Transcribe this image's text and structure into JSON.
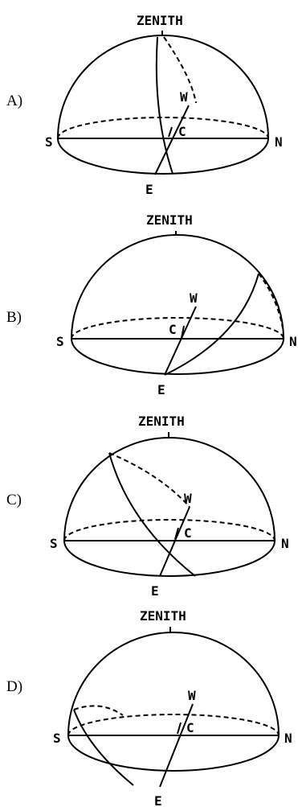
{
  "labels": {
    "zenith": "ZENITH",
    "south": "S",
    "north": "N",
    "east": "E",
    "west": "W",
    "center": "C"
  },
  "options": [
    {
      "letter": "A)"
    },
    {
      "letter": "B)"
    },
    {
      "letter": "C)"
    },
    {
      "letter": "D)"
    }
  ]
}
